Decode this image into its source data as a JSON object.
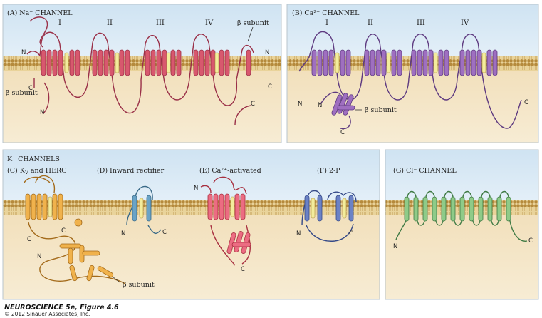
{
  "panels": {
    "a": {
      "title": "(A) Na⁺ CHANNEL",
      "domains": [
        "I",
        "II",
        "III",
        "IV"
      ],
      "beta_label_top": "β subunit",
      "beta_label_bottom": "β subunit",
      "n": "N",
      "c": "C",
      "color": "#c9475c"
    },
    "b": {
      "title": "(B) Ca²⁺ CHANNEL",
      "domains": [
        "I",
        "II",
        "III",
        "IV"
      ],
      "beta_label": "β subunit",
      "n": "N",
      "c": "C",
      "color": "#8a5aa8"
    },
    "k": {
      "group_title": "K⁺ CHANNELS",
      "c_title": "(C) K",
      "c_sub": "V",
      "c_rest": " and HERG",
      "d_title": "(D) Inward rectifier",
      "e_title": "(E) Ca²⁺-activated",
      "f_title": "(F) 2-P",
      "beta_label": "β subunit",
      "n": "N",
      "c": "C",
      "colors": {
        "kv": "#e8a23a",
        "ir": "#5b8fb0",
        "ca": "#e0607a",
        "twop": "#5872b0"
      }
    },
    "g": {
      "title": "(G) Cl⁻ CHANNEL",
      "n": "N",
      "c": "C",
      "color": "#7dba7a"
    }
  },
  "footer": {
    "title": "NEUROSCIENCE 5e, Figure 4.6",
    "copyright": "© 2012 Sinauer Associates, Inc."
  },
  "colors": {
    "sky": "#d4e6f3",
    "cyto": "#f4e4c4",
    "membrane": "#b58a3c",
    "pore": "#f3ec9c",
    "border": "#b8c4cc"
  }
}
